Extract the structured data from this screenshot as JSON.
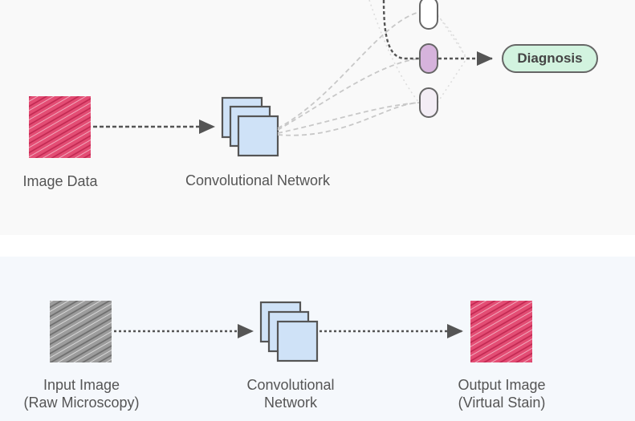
{
  "top_panel": {
    "image_label": "Image Data",
    "network_label": "Convolutional Network",
    "output_label": "Diagnosis"
  },
  "bottom_panel": {
    "input_label_line1": "Input Image",
    "input_label_line2": "(Raw Microscopy)",
    "network_label_line1": "Convolutional",
    "network_label_line2": "Network",
    "output_label_line1": "Output Image",
    "output_label_line2": "(Virtual Stain)"
  },
  "colors": {
    "stain_pink": "#e0406a",
    "raw_gray": "#9a9a9a",
    "layer_blue": "#cfe2f7",
    "node_highlight": "#d6b3dc",
    "node_plain": "#f3edf5",
    "diagnosis_green": "#d2f3df",
    "arrow_gray": "#555555"
  }
}
